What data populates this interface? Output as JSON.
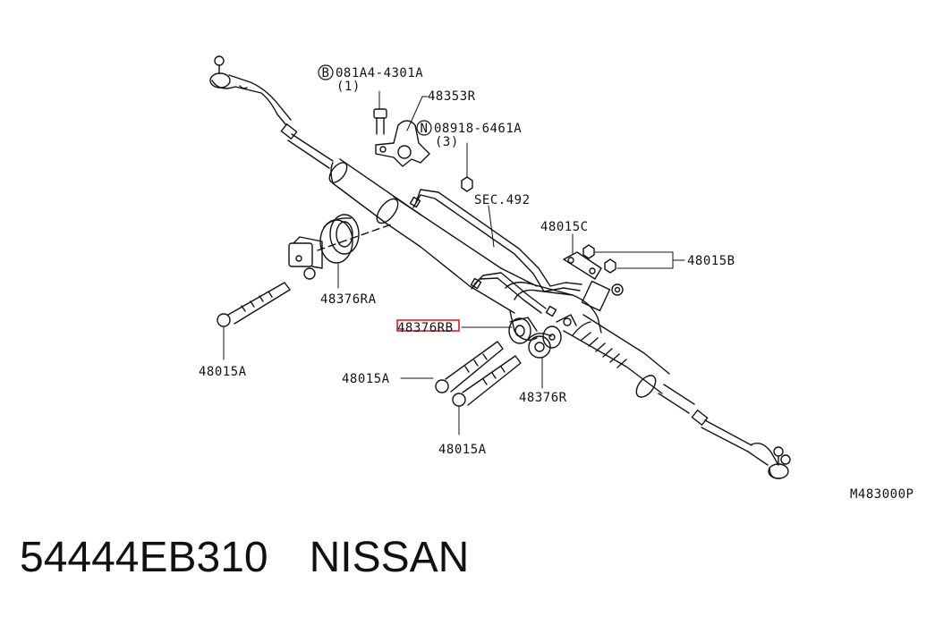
{
  "callouts": {
    "bolt_b": {
      "badge": "B",
      "number": "081A4-4301A",
      "qty": "(1)"
    },
    "clamp": "48353R",
    "nut_n": {
      "badge": "N",
      "number": "08918-6461A",
      "qty": "(3)"
    },
    "sec": "SEC.492",
    "plate": "48015C",
    "plate_nuts": "48015B",
    "bushing_left": "48376RA",
    "bushing_mid": "48376RB",
    "bushing_right": "48376R",
    "bolt_left": "48015A",
    "bolt_mid": "48015A",
    "bolt_lower": "48015A"
  },
  "figure_code": "M483000P",
  "caption": {
    "part_number": "54444EB310",
    "brand": "NISSAN"
  },
  "highlight_color": "#e02020"
}
